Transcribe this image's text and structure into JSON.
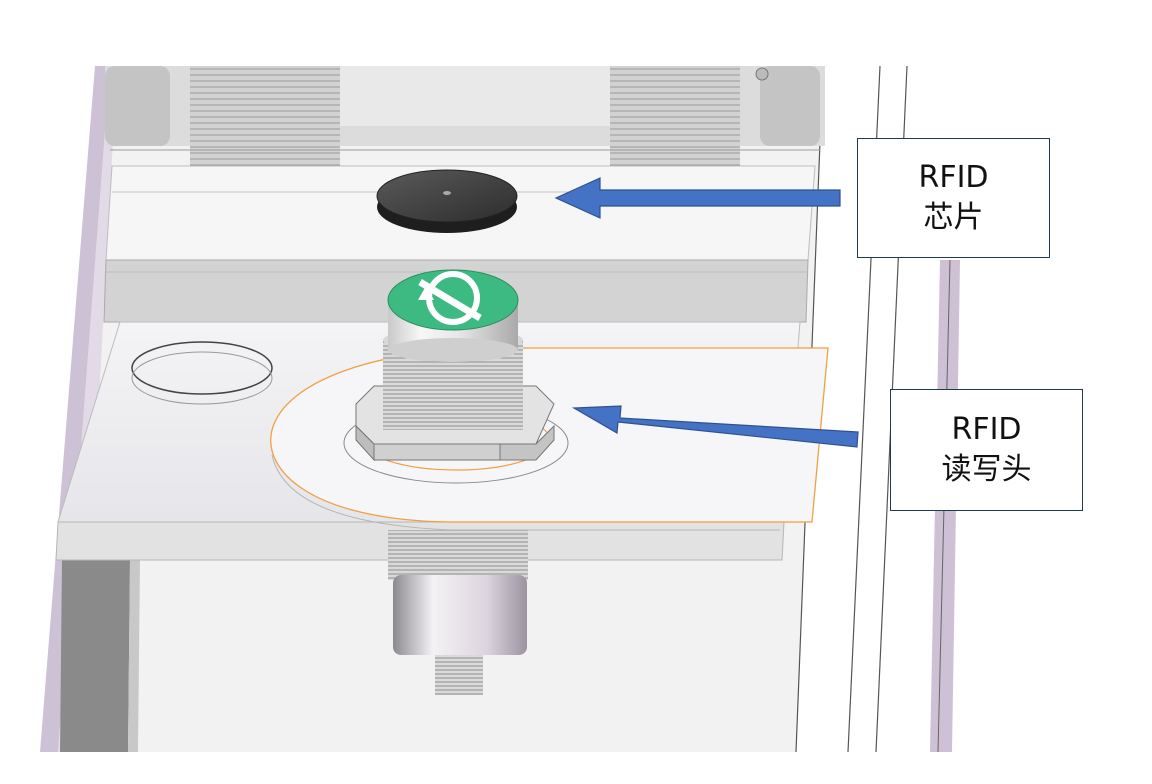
{
  "callouts": {
    "chip": {
      "line1": "RFID",
      "line2": "芯片"
    },
    "reader": {
      "line1": "RFID",
      "line2": "读写头"
    }
  },
  "colors": {
    "arrow": "#4472c4",
    "arrow_outline": "#2f528f",
    "highlight_outline": "#f0a040",
    "logo_green": "#3dba82",
    "frame_purple": "#b9a6c4"
  },
  "icons": {
    "logo": "sick-style-sensor-logo"
  }
}
